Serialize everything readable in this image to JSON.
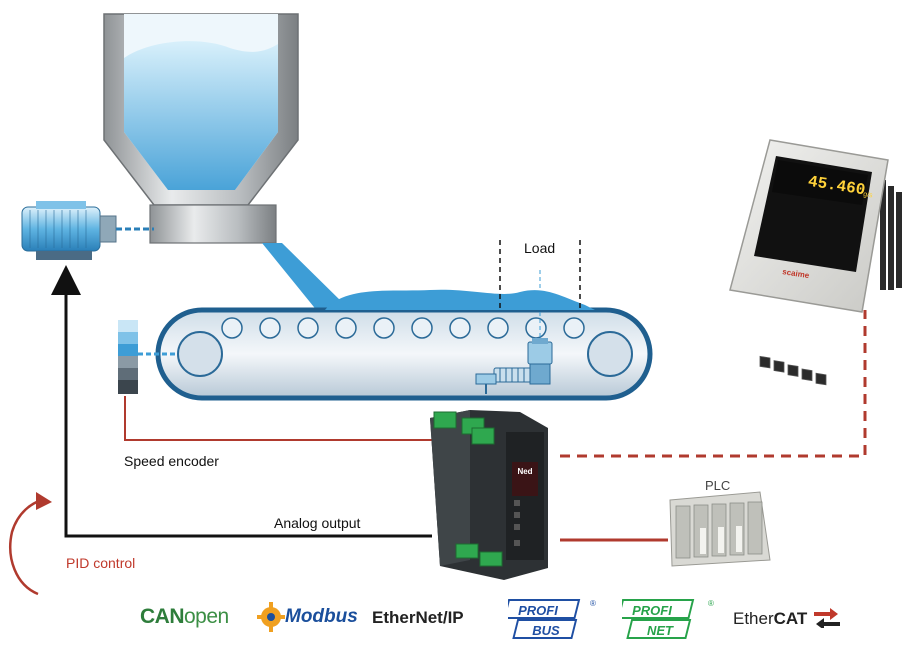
{
  "labels": {
    "load": "Load",
    "speed_encoder": "Speed encoder",
    "analog_output": "Analog output",
    "pid_control": "PID control",
    "plc": "PLC"
  },
  "logos": {
    "canopen_a": "CAN",
    "canopen_b": "open",
    "modbus": "Modbus",
    "ethernet_ip": "EtherNet/IP",
    "profibus_a": "PROFI",
    "profibus_b": "BUS",
    "profinet_a": "PROFI",
    "profinet_b": "NET",
    "ethercat_a": "Ether",
    "ethercat_b": "CAT"
  },
  "panel": {
    "reading": "45.460",
    "unit": "g/s",
    "brand": "scaime"
  },
  "device": {
    "brand": "Ned"
  },
  "colors": {
    "signal_red": "#b03a2e",
    "signal_black": "#111111",
    "material_blue": "#3d9dd6",
    "belt_blue": "#1f5f8f"
  }
}
